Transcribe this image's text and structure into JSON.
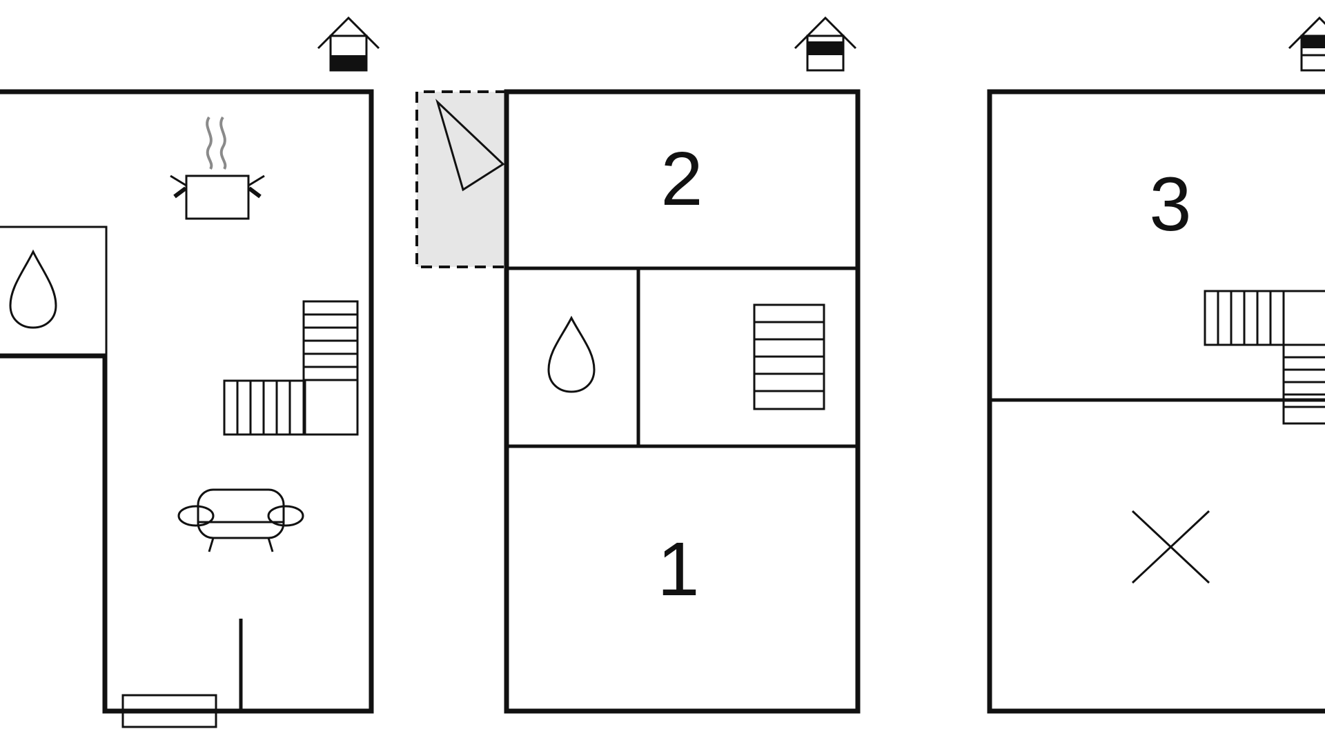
{
  "colors": {
    "wall": "#111111",
    "water": "#a8f0f5",
    "terrace": "#e6e6e6",
    "steam": "#8a8a8a",
    "background": "#ffffff"
  },
  "floors": [
    {
      "name": "floor-left",
      "level_icon": "house-level-icon-ground",
      "rooms": [],
      "icons": [
        "water-drop-icon",
        "cooking-pot-icon",
        "sofa-icon",
        "staircase-icon",
        "radiator-icon"
      ]
    },
    {
      "name": "floor-middle",
      "level_icon": "house-level-icon-first",
      "rooms": [
        {
          "id": "room-2",
          "label": "2"
        },
        {
          "id": "room-1",
          "label": "1"
        }
      ],
      "icons": [
        "balcony-triangle-icon",
        "water-drop-icon",
        "staircase-icon"
      ]
    },
    {
      "name": "floor-right",
      "level_icon": "house-level-icon-top",
      "rooms": [
        {
          "id": "room-3",
          "label": "3"
        }
      ],
      "icons": [
        "staircase-icon",
        "open-void-icon"
      ]
    }
  ]
}
